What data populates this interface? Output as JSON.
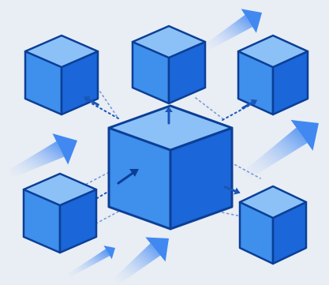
{
  "diagram": {
    "nodes": [
      {
        "id": "center",
        "role": "hub"
      },
      {
        "id": "top-left",
        "role": "peer"
      },
      {
        "id": "top-middle",
        "role": "peer"
      },
      {
        "id": "top-right",
        "role": "peer"
      },
      {
        "id": "bottom-left",
        "role": "peer"
      },
      {
        "id": "bottom-right",
        "role": "peer"
      }
    ],
    "connections": [
      {
        "from": "center",
        "to": "top-left",
        "style": "dotted",
        "arrow": true
      },
      {
        "from": "center",
        "to": "top-middle",
        "style": "dotted",
        "arrow": true
      },
      {
        "from": "center",
        "to": "top-right",
        "style": "dotted",
        "arrow": true
      },
      {
        "from": "center",
        "to": "bottom-left",
        "style": "dotted",
        "arrow": false
      },
      {
        "from": "center",
        "to": "bottom-right",
        "style": "dotted",
        "arrow": true
      }
    ],
    "background_arrows": 5
  },
  "colors": {
    "background": "#e9edf4",
    "cube_top": "#8cc1f7",
    "cube_left": "#3f8fec",
    "cube_right": "#1b66d8",
    "cube_edge": "#0b3f96",
    "connector": "#1a56b8",
    "arrow_light": "#cfe0fb",
    "arrow_dark": "#2f7df0"
  }
}
